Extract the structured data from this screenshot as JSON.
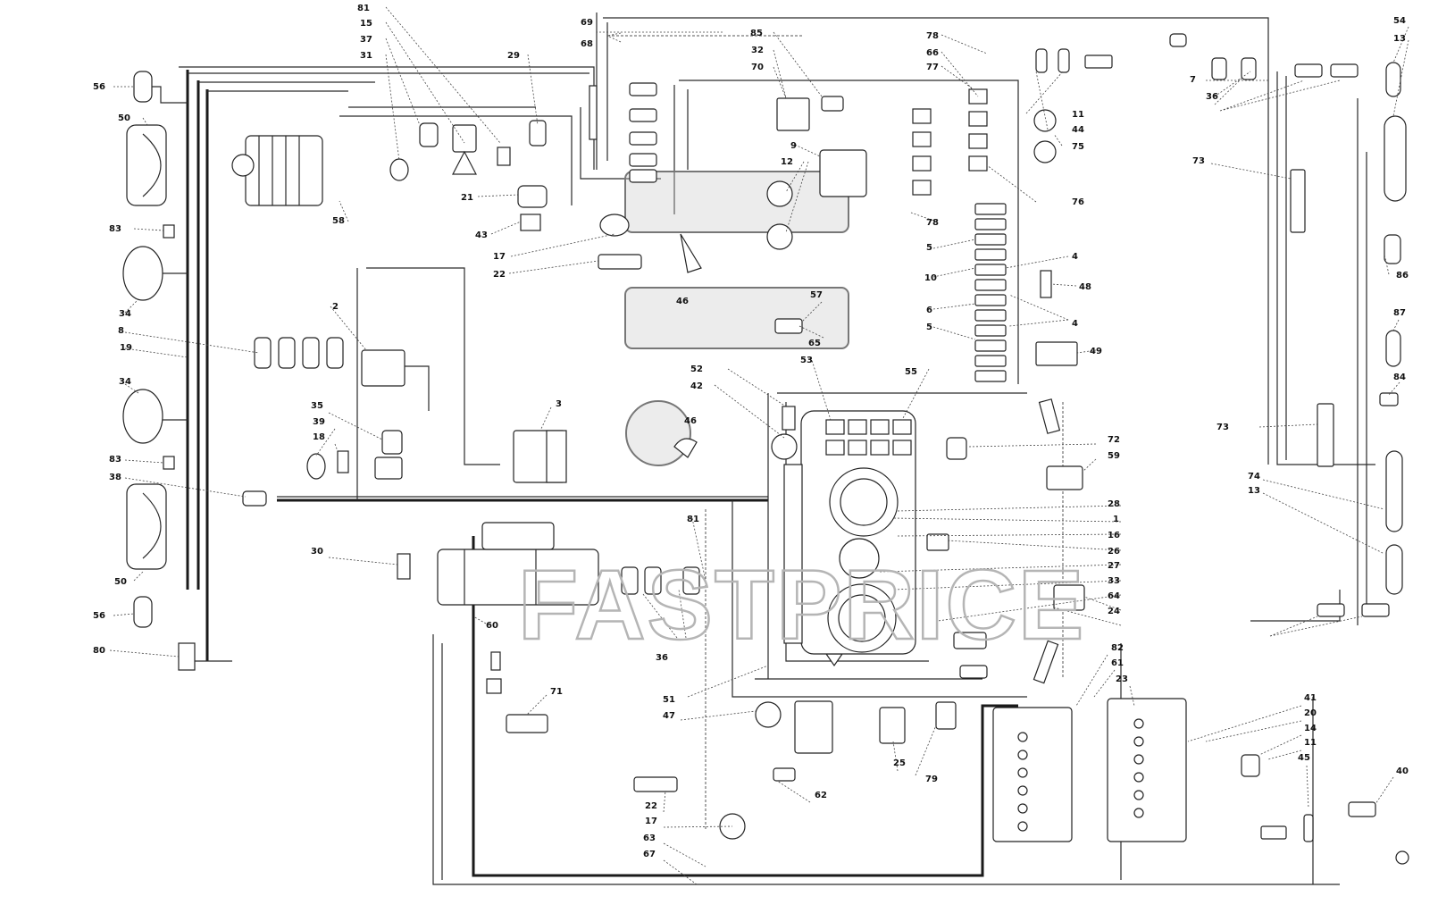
{
  "watermark": "FASTPRICE",
  "labels": {
    "l1": "1",
    "l2": "2",
    "l3": "3",
    "l4a": "4",
    "l4b": "4",
    "l5a": "5",
    "l5b": "5",
    "l6": "6",
    "l7": "7",
    "l8": "8",
    "l9": "9",
    "l10": "10",
    "l11a": "11",
    "l11b": "11",
    "l12": "12",
    "l13a": "13",
    "l13b": "13",
    "l14": "14",
    "l15": "15",
    "l16": "16",
    "l17a": "17",
    "l17b": "17",
    "l18": "18",
    "l19": "19",
    "l20": "20",
    "l21": "21",
    "l22a": "22",
    "l22b": "22",
    "l23": "23",
    "l24": "24",
    "l25": "25",
    "l26": "26",
    "l27": "27",
    "l28": "28",
    "l29": "29",
    "l30": "30",
    "l31": "31",
    "l32": "32",
    "l33": "33",
    "l34a": "34",
    "l34b": "34",
    "l35": "35",
    "l36a": "36",
    "l36b": "36",
    "l37": "37",
    "l38": "38",
    "l39": "39",
    "l40": "40",
    "l41": "41",
    "l42": "42",
    "l43": "43",
    "l44": "44",
    "l45": "45",
    "l46a": "46",
    "l46b": "46",
    "l47": "47",
    "l48": "48",
    "l49": "49",
    "l50a": "50",
    "l50b": "50",
    "l51": "51",
    "l52": "52",
    "l53": "53",
    "l54": "54",
    "l55": "55",
    "l56a": "56",
    "l56b": "56",
    "l57": "57",
    "l58": "58",
    "l59": "59",
    "l60": "60",
    "l61": "61",
    "l62": "62",
    "l63": "63",
    "l64": "64",
    "l65": "65",
    "l66": "66",
    "l67": "67",
    "l68": "68",
    "l69": "69",
    "l70": "70",
    "l71": "71",
    "l72": "72",
    "l73a": "73",
    "l73b": "73",
    "l74": "74",
    "l75": "75",
    "l76": "76",
    "l77": "77",
    "l78a": "78",
    "l78b": "78",
    "l79": "79",
    "l80": "80",
    "l81a": "81",
    "l81b": "81",
    "l82": "82",
    "l83a": "83",
    "l83b": "83",
    "l84": "84",
    "l85": "85",
    "l86": "86",
    "l87": "87"
  }
}
